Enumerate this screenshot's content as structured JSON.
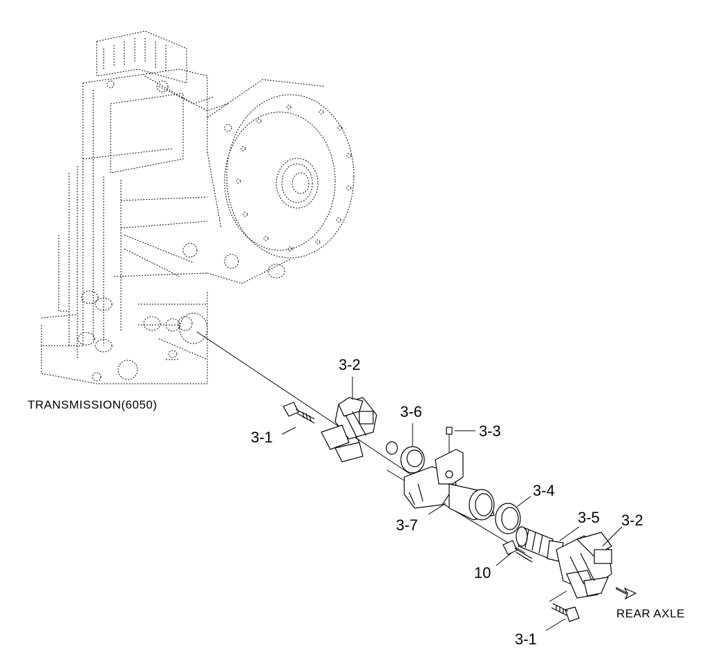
{
  "captions": {
    "transmission": "TRANSMISSION(6050)",
    "rear_axle": "REAR AXLE"
  },
  "callouts": {
    "upper_cross_kit": "3-2",
    "upper_bolt": "3-1",
    "seal_cap": "3-6",
    "grease_nipple": "3-3",
    "sleeve_yoke": "3-7",
    "seal_ring": "3-4",
    "spline_shaft": "3-5",
    "lower_cross_kit": "3-2",
    "flange_bolt": "10",
    "lower_bolt": "3-1"
  },
  "icons": {
    "direction_arrow": "hollow-arrow-icon"
  }
}
